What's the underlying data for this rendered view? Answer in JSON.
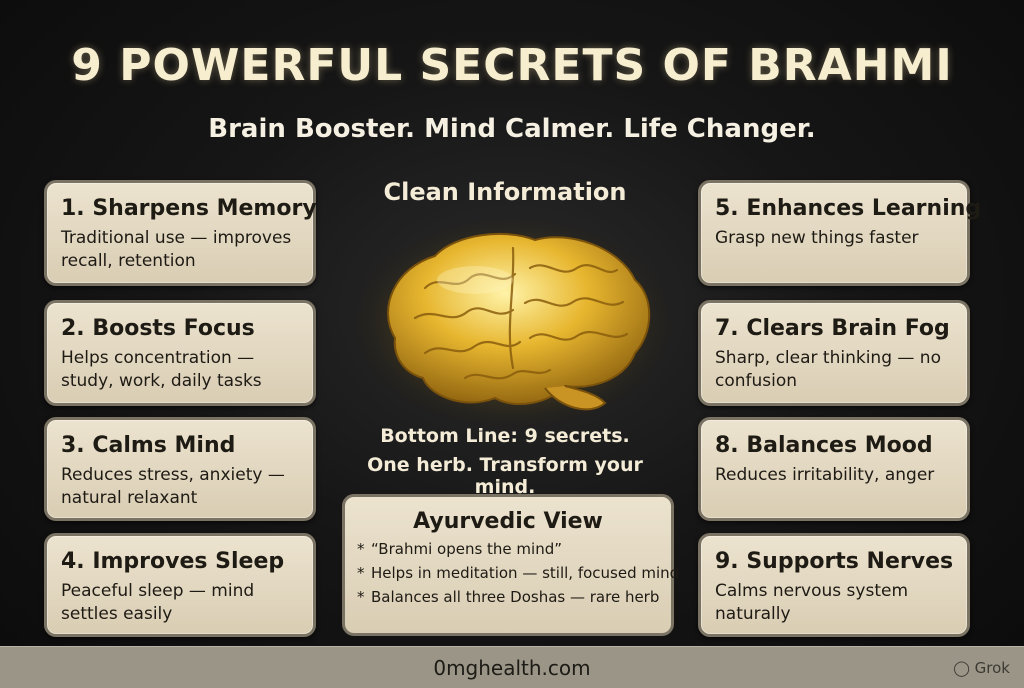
{
  "header": {
    "title": "9 POWERFUL SECRETS OF BRAHMI",
    "subtitle": "Brain Booster. Mind Calmer. Life Changer."
  },
  "center": {
    "label": "Clean Information",
    "bottom_line_1": "Bottom Line: 9 secrets.",
    "bottom_line_2": "One herb. Transform your mind.",
    "ayurvedic": {
      "heading": "Ayurvedic View",
      "bullets": [
        "“Brahmi opens the mind”",
        "Helps in meditation — still, focused mind",
        "Balances all three Doshas — rare herb"
      ]
    }
  },
  "cards_left": [
    {
      "heading": "1. Sharpens Memory",
      "body": "Traditional use — improves recall, retention"
    },
    {
      "heading": "2. Boosts Focus",
      "body": "Helps concentration — study, work, daily tasks"
    },
    {
      "heading": "3. Calms Mind",
      "body": "Reduces stress, anxiety — natural relaxant"
    },
    {
      "heading": "4. Improves Sleep",
      "body": "Peaceful sleep — mind settles easily"
    }
  ],
  "cards_right": [
    {
      "heading": "5. Enhances Learning",
      "body": "Grasp new things faster"
    },
    {
      "heading": "7. Clears Brain Fog",
      "body": "Sharp, clear thinking — no confusion"
    },
    {
      "heading": "8. Balances Mood",
      "body": "Reduces irritability, anger"
    },
    {
      "heading": "9. Supports Nerves",
      "body": "Calms nervous system naturally"
    }
  ],
  "footer": {
    "site": "0mghealth.com",
    "watermark": "Grok"
  },
  "colors": {
    "background": "#111111",
    "card": "#e3d9c2",
    "title": "#f7eed0",
    "brain_gold": "#d9a92a"
  },
  "icons": [
    "golden-brain-illustration",
    "grok-logo-icon"
  ]
}
